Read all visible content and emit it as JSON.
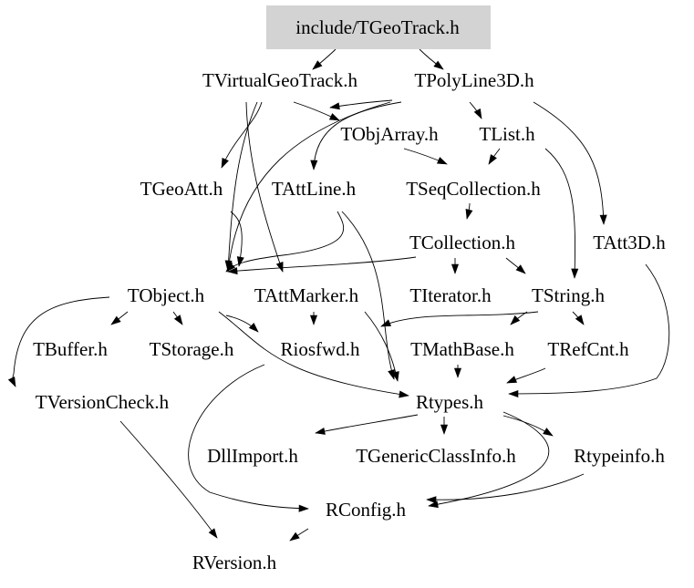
{
  "diagram": {
    "root": "include/TGeoTrack.h",
    "nodes": [
      {
        "id": "n0",
        "label": "include/TGeoTrack.h",
        "highlight": true
      },
      {
        "id": "n1",
        "label": "TVirtualGeoTrack.h"
      },
      {
        "id": "n2",
        "label": "TPolyLine3D.h"
      },
      {
        "id": "n3",
        "label": "TObjArray.h"
      },
      {
        "id": "n4",
        "label": "TList.h"
      },
      {
        "id": "n5",
        "label": "TGeoAtt.h"
      },
      {
        "id": "n6",
        "label": "TAttLine.h"
      },
      {
        "id": "n7",
        "label": "TSeqCollection.h"
      },
      {
        "id": "n8",
        "label": "TCollection.h"
      },
      {
        "id": "n9",
        "label": "TAtt3D.h"
      },
      {
        "id": "n10",
        "label": "TObject.h"
      },
      {
        "id": "n11",
        "label": "TAttMarker.h"
      },
      {
        "id": "n12",
        "label": "TIterator.h"
      },
      {
        "id": "n13",
        "label": "TString.h"
      },
      {
        "id": "n14",
        "label": "TBuffer.h"
      },
      {
        "id": "n15",
        "label": "TStorage.h"
      },
      {
        "id": "n16",
        "label": "Riosfwd.h"
      },
      {
        "id": "n17",
        "label": "TMathBase.h"
      },
      {
        "id": "n18",
        "label": "TRefCnt.h"
      },
      {
        "id": "n19",
        "label": "TVersionCheck.h"
      },
      {
        "id": "n20",
        "label": "Rtypes.h"
      },
      {
        "id": "n21",
        "label": "DllImport.h"
      },
      {
        "id": "n22",
        "label": "TGenericClassInfo.h"
      },
      {
        "id": "n23",
        "label": "Rtypeinfo.h"
      },
      {
        "id": "n24",
        "label": "RConfig.h"
      },
      {
        "id": "n25",
        "label": "RVersion.h"
      }
    ],
    "edges": [
      [
        "n0",
        "n1"
      ],
      [
        "n0",
        "n2"
      ],
      [
        "n1",
        "n5"
      ],
      [
        "n1",
        "n3"
      ],
      [
        "n1",
        "n10"
      ],
      [
        "n1",
        "n11"
      ],
      [
        "n2",
        "n1"
      ],
      [
        "n2",
        "n4"
      ],
      [
        "n2",
        "n6"
      ],
      [
        "n2",
        "n10"
      ],
      [
        "n2",
        "n9"
      ],
      [
        "n3",
        "n7"
      ],
      [
        "n4",
        "n7"
      ],
      [
        "n4",
        "n13"
      ],
      [
        "n5",
        "n10"
      ],
      [
        "n6",
        "n10"
      ],
      [
        "n6",
        "n20"
      ],
      [
        "n7",
        "n8"
      ],
      [
        "n8",
        "n10"
      ],
      [
        "n8",
        "n12"
      ],
      [
        "n8",
        "n13"
      ],
      [
        "n9",
        "n20"
      ],
      [
        "n10",
        "n14"
      ],
      [
        "n10",
        "n15"
      ],
      [
        "n10",
        "n16"
      ],
      [
        "n10",
        "n19"
      ],
      [
        "n10",
        "n20"
      ],
      [
        "n11",
        "n16"
      ],
      [
        "n11",
        "n20"
      ],
      [
        "n13",
        "n16"
      ],
      [
        "n13",
        "n17"
      ],
      [
        "n13",
        "n18"
      ],
      [
        "n17",
        "n20"
      ],
      [
        "n18",
        "n20"
      ],
      [
        "n16",
        "n24"
      ],
      [
        "n19",
        "n25"
      ],
      [
        "n20",
        "n21"
      ],
      [
        "n20",
        "n22"
      ],
      [
        "n20",
        "n23"
      ],
      [
        "n20",
        "n24"
      ],
      [
        "n23",
        "n24"
      ],
      [
        "n24",
        "n25"
      ]
    ]
  },
  "colors": {
    "root_fill": "#d3d3d3",
    "edge": "#000000",
    "text": "#000000",
    "background": "#ffffff"
  }
}
